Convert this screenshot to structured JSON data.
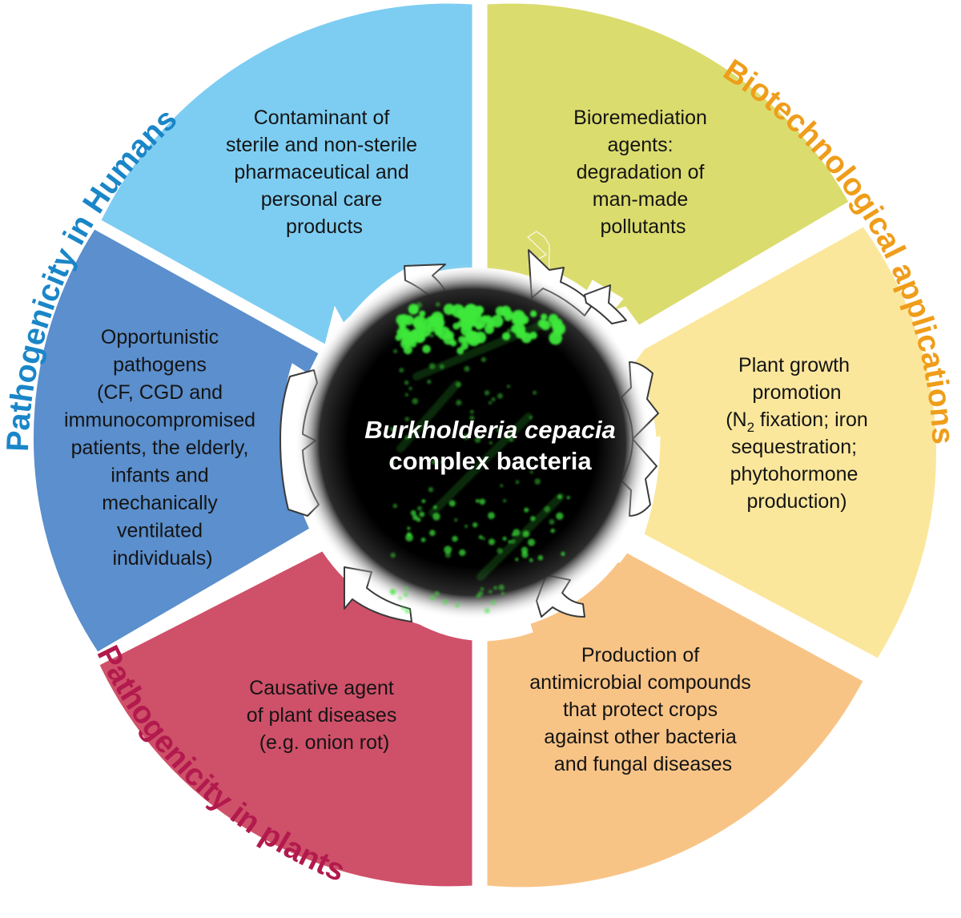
{
  "center": {
    "line1": "Burkholderia cepacia",
    "line2": "complex bacteria"
  },
  "group_labels": {
    "humans": "Pathogenicity in Humans",
    "biotech": "Biotechnological applications",
    "plants": "Pathogenicity in plants"
  },
  "segments": {
    "contaminant": {
      "lines": [
        "Contaminant of",
        "sterile and non-sterile",
        "pharmaceutical and",
        "personal care",
        "products"
      ]
    },
    "bioremediation": {
      "lines": [
        "Bioremediation",
        "agents:",
        "degradation of",
        "man-made",
        "pollutants"
      ]
    },
    "plant_growth": {
      "line1": "Plant growth",
      "line2": "promotion",
      "line3_pre": "(N",
      "line3_sub": "2",
      "line3_post": " fixation; iron",
      "line4": "sequestration;",
      "line5": "phytohormone",
      "line6": "production)"
    },
    "antimicrobial": {
      "lines": [
        "Production of",
        "antimicrobial compounds",
        "that protect crops",
        "against other bacteria",
        "and fungal diseases"
      ]
    },
    "plant_diseases": {
      "lines": [
        "Causative agent",
        "of plant diseases",
        "(e.g. onion rot)"
      ]
    },
    "opportunistic": {
      "lines": [
        "Opportunistic",
        "pathogens",
        "(CF, CGD and",
        "immunocompromised",
        "patients, the elderly,",
        "infants and",
        "mechanically",
        "ventilated",
        "individuals)"
      ]
    }
  },
  "colors": {
    "contaminant": "#7dcdf2",
    "bioremediation": "#dbdc6e",
    "plant_growth": "#fbe79c",
    "antimicrobial": "#f8c486",
    "plant_diseases": "#cf5069",
    "opportunistic": "#5b8fcd",
    "humans_label": "#1a86c8",
    "biotech_label": "#ef9d1a",
    "plants_label": "#b21a4d",
    "center_bg": "#000000",
    "bacteria_glow": "#3de83a"
  }
}
